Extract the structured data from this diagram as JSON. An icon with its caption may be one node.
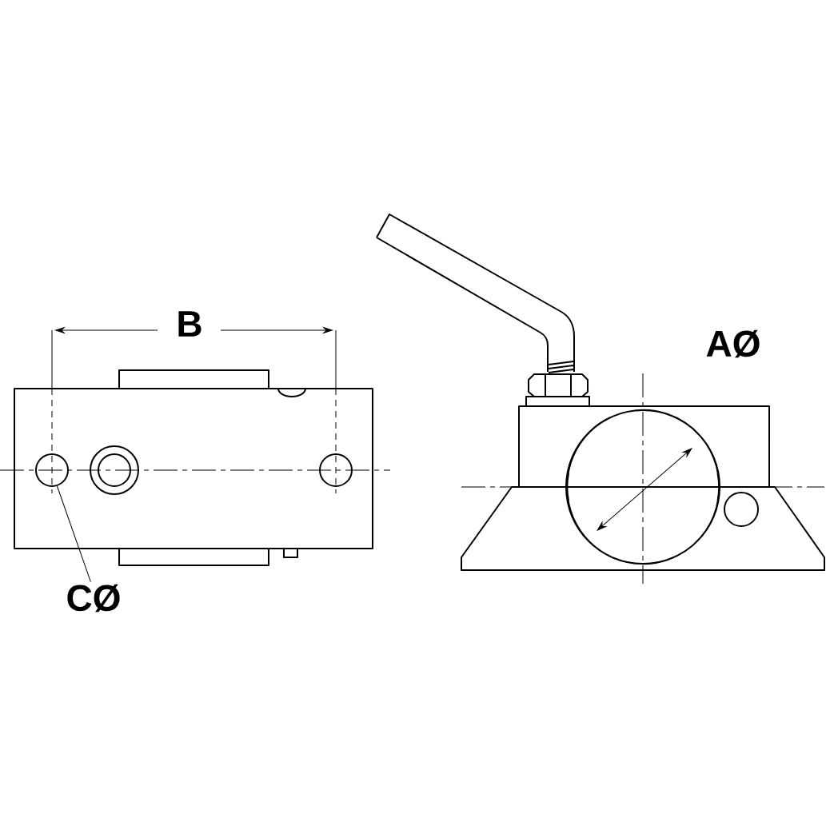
{
  "diagram": {
    "nodes": [
      {
        "text": [
          "CØ"
        ]
      },
      {
        "text": [],
        "shape": "circle"
      }
    ],
    "edges": [
      {
        "from": 0,
        "to": 1,
        "arrow": "none"
      }
    ],
    "labels": [
      "B",
      "AØ"
    ]
  }
}
